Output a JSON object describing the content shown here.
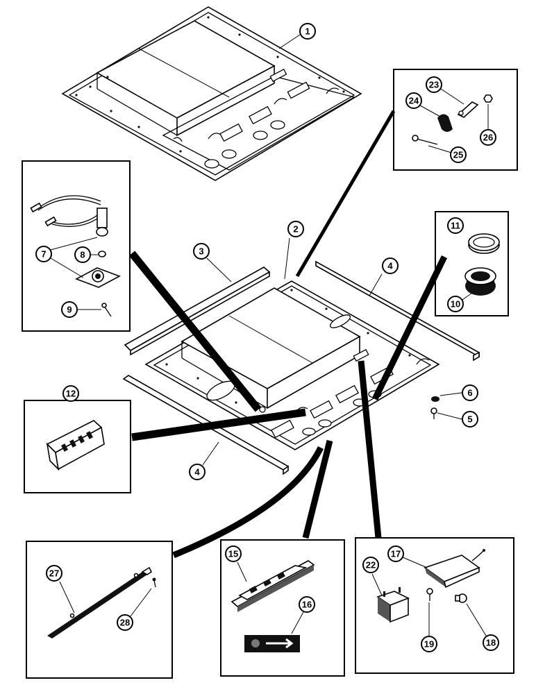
{
  "callouts": {
    "c1": "1",
    "c2": "2",
    "c3": "3",
    "c4a": "4",
    "c4b": "4",
    "c5": "5",
    "c6": "6",
    "c7": "7",
    "c8": "8",
    "c9": "9",
    "c10": "10",
    "c11": "11",
    "c12": "12",
    "c15": "15",
    "c16": "16",
    "c17": "17",
    "c18": "18",
    "c19": "19",
    "c22": "22",
    "c23": "23",
    "c24": "24",
    "c25": "25",
    "c26": "26",
    "c27": "27",
    "c28": "28"
  },
  "colors": {
    "ink": "#000000",
    "paper": "#ffffff"
  }
}
